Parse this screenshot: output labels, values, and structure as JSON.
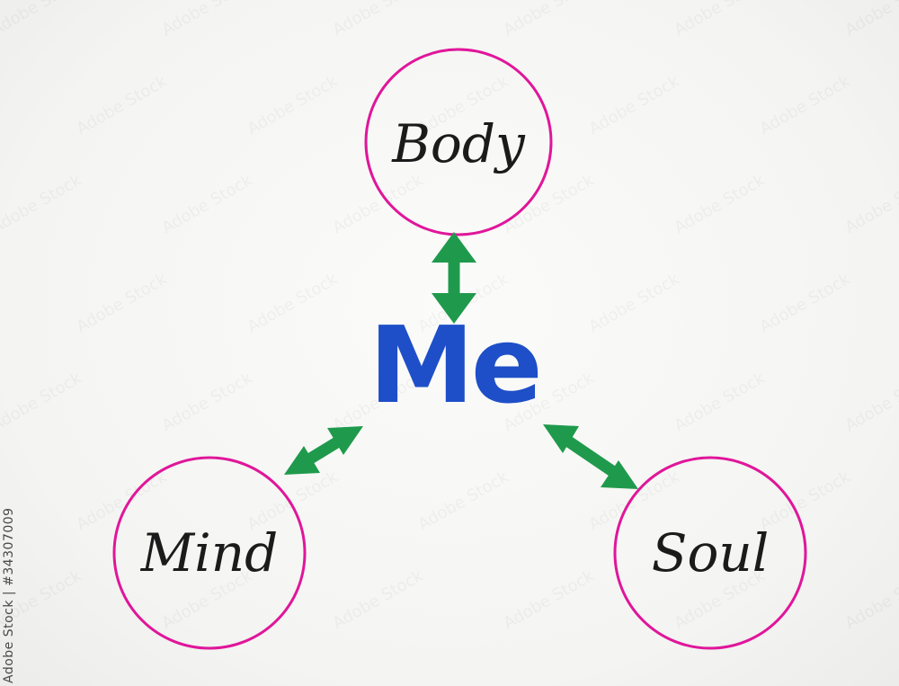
{
  "diagram": {
    "center": {
      "label": "Me",
      "color": "#1e4fc8"
    },
    "nodes": [
      {
        "id": "body",
        "label": "Body"
      },
      {
        "id": "mind",
        "label": "Mind"
      },
      {
        "id": "soul",
        "label": "Soul"
      }
    ],
    "circle_color": "#e0169a",
    "arrow_color": "#1f9a4c"
  },
  "watermark": {
    "id_text": "Adobe Stock | #34307009",
    "logo_text": "Adobe Stock"
  }
}
